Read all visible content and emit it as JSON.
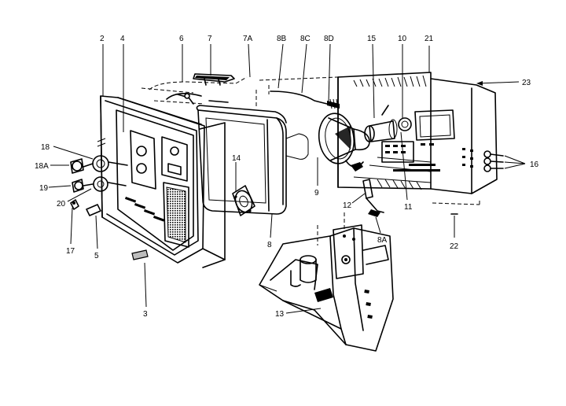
{
  "labels": [
    {
      "id": "2",
      "text": "2"
    },
    {
      "id": "3",
      "text": "3"
    },
    {
      "id": "4",
      "text": "4"
    },
    {
      "id": "5",
      "text": "5"
    },
    {
      "id": "6",
      "text": "6"
    },
    {
      "id": "7",
      "text": "7"
    },
    {
      "id": "7A",
      "text": "7A"
    },
    {
      "id": "8",
      "text": "8"
    },
    {
      "id": "8A",
      "text": "8A"
    },
    {
      "id": "8B",
      "text": "8B"
    },
    {
      "id": "8C",
      "text": "8C"
    },
    {
      "id": "8D",
      "text": "8D"
    },
    {
      "id": "9",
      "text": "9"
    },
    {
      "id": "10",
      "text": "10"
    },
    {
      "id": "11",
      "text": "11"
    },
    {
      "id": "12",
      "text": "12"
    },
    {
      "id": "13",
      "text": "13"
    },
    {
      "id": "14",
      "text": "14"
    },
    {
      "id": "15",
      "text": "15"
    },
    {
      "id": "16",
      "text": "16"
    },
    {
      "id": "17",
      "text": "17"
    },
    {
      "id": "18",
      "text": "18"
    },
    {
      "id": "18A",
      "text": "18A"
    },
    {
      "id": "19",
      "text": "19"
    },
    {
      "id": "20",
      "text": "20"
    },
    {
      "id": "21",
      "text": "21"
    },
    {
      "id": "22",
      "text": "22"
    },
    {
      "id": "23",
      "text": "23"
    }
  ]
}
